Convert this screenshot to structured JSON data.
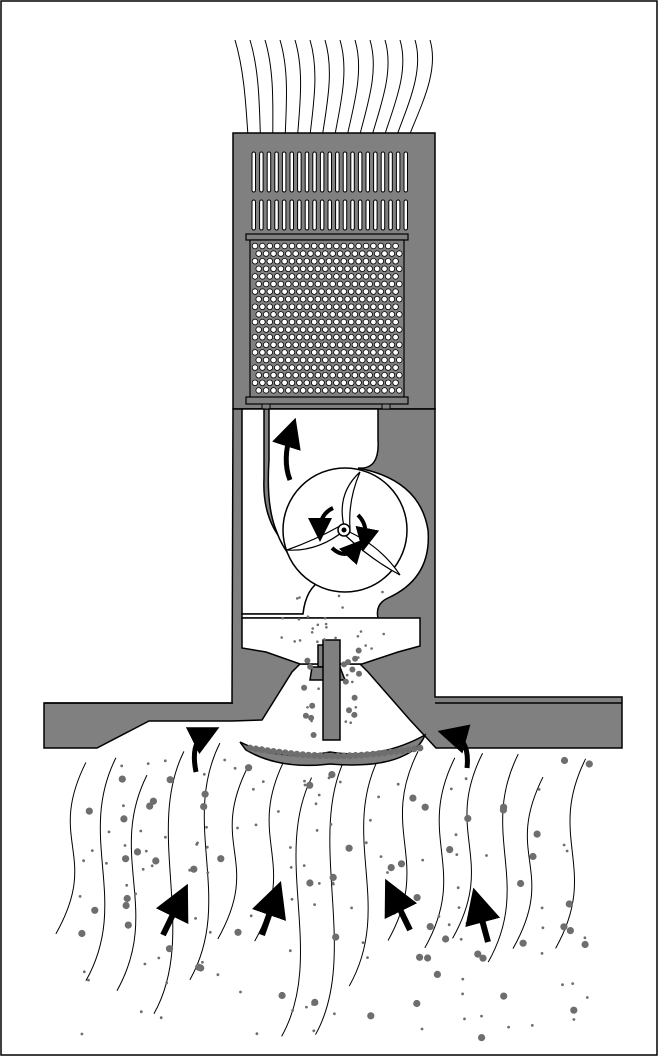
{
  "colors": {
    "housing": "#808080",
    "stroke": "#000000",
    "background": "#ffffff",
    "particle": "#6e6e6e",
    "flow_line": "#000000",
    "arrow": "#000000"
  },
  "components": [
    "outer-frame",
    "outlet-grille",
    "filter-cartridge",
    "fan-scroll-housing",
    "centrifugal-impeller",
    "inlet-funnel",
    "inlet-baffle-plate",
    "base-flange"
  ],
  "icons": [
    "rotation-arrow-icon",
    "flow-arrow-icon",
    "curved-flow-arrow-icon"
  ]
}
